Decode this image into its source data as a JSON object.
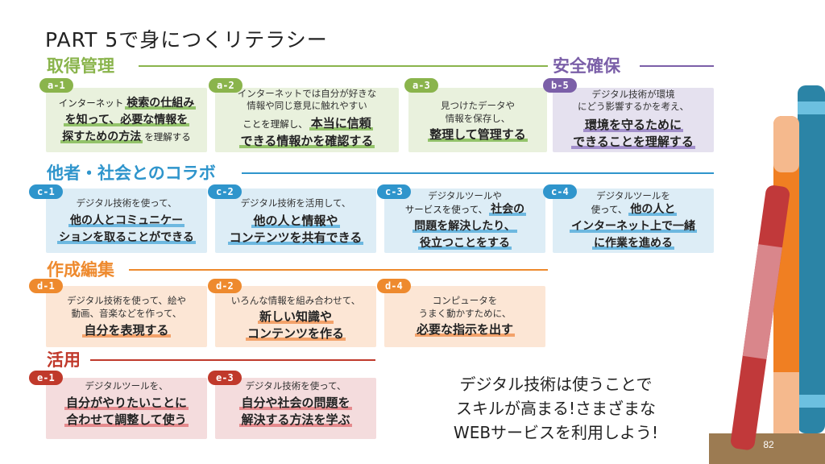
{
  "page_title": "PART 5で身につくリテラシー",
  "sections": {
    "a": {
      "label": "取得管理",
      "color": "#8ab44c"
    },
    "b": {
      "label": "安全確保",
      "color": "#7b5fa8"
    },
    "c": {
      "label": "他者・社会とのコラボ",
      "color": "#2f95cc"
    },
    "d": {
      "label": "作成編集",
      "color": "#ee8a2e"
    },
    "e": {
      "label": "活用",
      "color": "#c0392b"
    }
  },
  "cards": {
    "a1": {
      "badge": "a-1",
      "text": "インターネット",
      "emphasis": [
        "検索の仕組み",
        "を知って、必要な情報を",
        "探すための方法"
      ],
      "suffix": "を理解する"
    },
    "a2": {
      "badge": "a-2",
      "text": [
        "インターネットでは自分が好きな",
        "情報や同じ意見に触れやすい",
        "ことを理解し、"
      ],
      "emphasis": [
        "本当に信頼",
        "できる情報かを確認する"
      ]
    },
    "a3": {
      "badge": "a-3",
      "text": [
        "見つけたデータや",
        "情報を保存し、"
      ],
      "emphasis": [
        "整理して管理する"
      ]
    },
    "b5": {
      "badge": "b-5",
      "text": [
        "デジタル技術が環境",
        "にどう影響するかを考え、"
      ],
      "emphasis": [
        "環境を守るために",
        "できることを理解する"
      ]
    },
    "c1": {
      "badge": "c-1",
      "text": [
        "デジタル技術を使って、"
      ],
      "emphasis": [
        "他の人とコミュニケー",
        "ションを取ることができる"
      ]
    },
    "c2": {
      "badge": "c-2",
      "text": [
        "デジタル技術を活用して、"
      ],
      "emphasis": [
        "他の人と情報や",
        "コンテンツを共有できる"
      ]
    },
    "c3": {
      "badge": "c-3",
      "text": [
        "デジタルツールや",
        "サービスを使って、"
      ],
      "emphasis": [
        "社会の",
        "問題を解決したり、",
        "役立つことをする"
      ]
    },
    "c4": {
      "badge": "c-4",
      "text": [
        "デジタルツールを",
        "使って、"
      ],
      "emphasis": [
        "他の人と",
        "インターネット上で一緒",
        "に作業を進める"
      ]
    },
    "d1": {
      "badge": "d-1",
      "text": [
        "デジタル技術を使って、絵や",
        "動画、音楽などを作って、"
      ],
      "emphasis": [
        "自分を表現する"
      ]
    },
    "d2": {
      "badge": "d-2",
      "text": [
        "いろんな情報を組み合わせて、"
      ],
      "emphasis": [
        "新しい知識や",
        "コンテンツを作る"
      ]
    },
    "d4": {
      "badge": "d-4",
      "text": [
        "コンピュータを",
        "うまく動かすために、"
      ],
      "emphasis": [
        "必要な指示を出す"
      ]
    },
    "e1": {
      "badge": "e-1",
      "text": [
        "デジタルツールを、"
      ],
      "emphasis": [
        "自分がやりたいことに",
        "合わせて調整して使う"
      ]
    },
    "e3": {
      "badge": "e-3",
      "text": [
        "デジタル技術を使って、"
      ],
      "emphasis": [
        "自分や社会の問題を",
        "解決する方法を学ぶ"
      ]
    }
  },
  "message": [
    "デジタル技術は使うことで",
    "スキルが高まる!さまざまな",
    "WEBサービスを利用しよう!"
  ],
  "page_number": "82",
  "colors": {
    "green": "#8ab44c",
    "purple": "#7b5fa8",
    "blue": "#2f95cc",
    "orange": "#ee8a2e",
    "red": "#c0392b"
  }
}
